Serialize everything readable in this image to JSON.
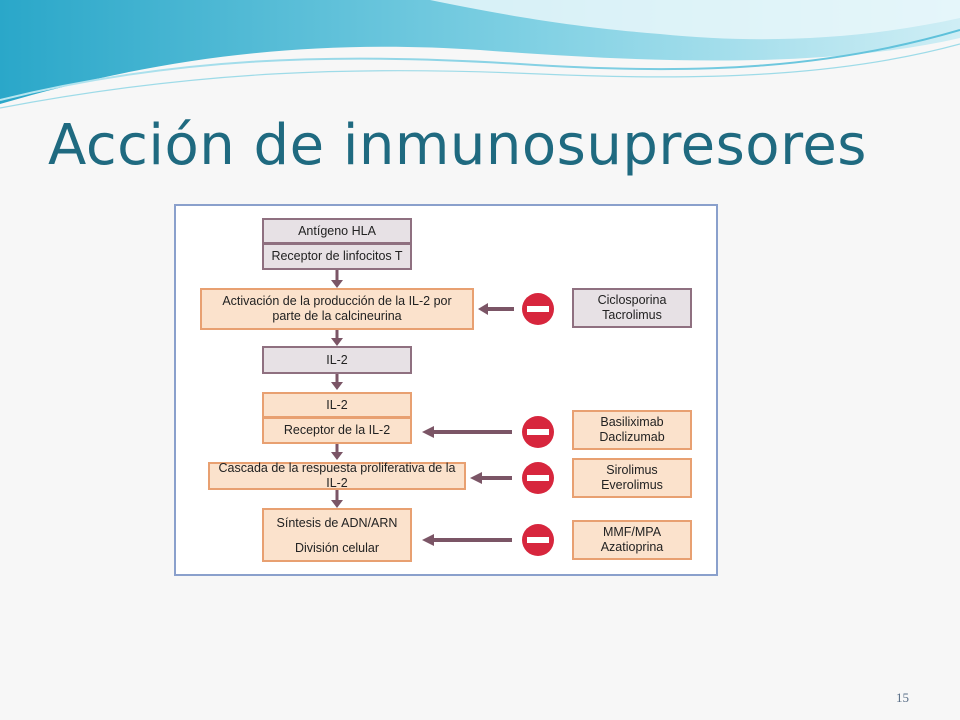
{
  "slide": {
    "title": "Acción de inmunosupresores",
    "page_number": "15"
  },
  "diagram": {
    "pathway": {
      "antigen": "Antígeno HLA",
      "t_receptor": "Receptor de linfocitos T",
      "activation": "Activación de la producción de la IL-2 por parte de la calcineurina",
      "il2": "IL-2",
      "il2_bound": "IL-2",
      "il2_receptor": "Receptor de la IL-2",
      "cascade": "Cascada de la respuesta proliferativa de la IL-2",
      "synthesis": "Síntesis de ADN/ARN",
      "division": "División celular"
    },
    "drugs": {
      "calcineurin": "Ciclosporina\nTacrolimus",
      "il2_receptor": "Basiliximab\nDaclizumab",
      "mtor": "Sirolimus\nEverolimus",
      "antimetabolite": "MMF/MPA\nAzatioprina"
    },
    "colors": {
      "pathway_gray_fill": "#e7e1e5",
      "pathway_gray_border": "#8f7080",
      "pathway_orange_fill": "#fbe2cc",
      "pathway_orange_border": "#e8a071",
      "arrow": "#7b5566",
      "inhibitor": "#d7263d",
      "frame": "#8aa0cc"
    },
    "inhibitor_icon": "no-entry-icon"
  }
}
